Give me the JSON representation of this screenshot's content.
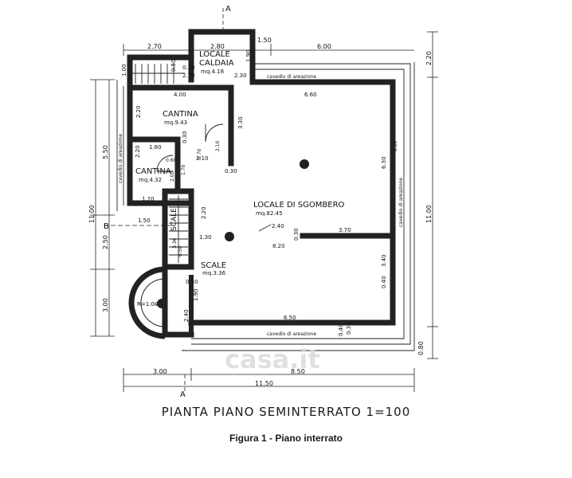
{
  "section_marks": {
    "top": "A",
    "bottom": "A",
    "left": "B"
  },
  "dims": {
    "top_270": "2.70",
    "top_280": "2.80",
    "top_150": "1.50",
    "top_600": "6.00",
    "right_220": "2.20",
    "right_1100": "11.00",
    "right_080": "0.80",
    "left_550": "5.50",
    "left_1100": "11.00",
    "left_250": "2.50",
    "left_300": "3.00",
    "bottom_300": "3.00",
    "bottom_850": "8.50",
    "bottom_1150": "11.50",
    "d_100": "1.00",
    "d_050a": "0.50",
    "d_030a": "0.30",
    "d_270": "2.70",
    "d_190": "1.90",
    "d_230a": "2.30",
    "d_400": "4.00",
    "d_660": "6.60",
    "d_220a": "2.20",
    "d_330": "3.30",
    "d_030b": "0.30",
    "d_210a": "2.10",
    "d_220b": "2.20",
    "d_180": "1.80",
    "d_060": "0.60",
    "d_200": "2.00",
    "d_170": "1.70",
    "d_070": "0.70",
    "d_210b": "2.10",
    "d_030c": "0.30",
    "d_630": "6.30",
    "d_120": "1.20",
    "d_150": "1.50",
    "d_220c": "2.20",
    "d_130": "1.30",
    "d_240a": "2.40",
    "d_030d": "0.30",
    "d_370": "3.70",
    "d_820": "8.20",
    "d_340": "3.40",
    "d_040a": "0.40",
    "d_030e": "0.30",
    "d_190b": "1.90",
    "d_240b": "2.40",
    "d_650": "6.50",
    "d_040b": "0.40",
    "d_030f": "0.30",
    "d_336": "3.36",
    "d_050b": "0.50",
    "d_010": "0.10"
  },
  "rooms": {
    "caldaia_name_1": "LOCALE",
    "caldaia_name_2": "CALDAIA",
    "caldaia_area": "mq.4.18",
    "cantina1_name": "CANTINA",
    "cantina1_area": "mq.9.43",
    "cantina2_name": "CANTINA",
    "cantina2_area": "mq.4.32",
    "sgombero_name": "LOCALE DI SGOMBERO",
    "sgombero_area": "mq.82.45",
    "scale_name": "SCALE",
    "scale_area": "mq.3.36",
    "scale_vertical": "SCALE",
    "radius_label": "R=1.00"
  },
  "cavedio": {
    "top": "cavedio di areazione",
    "left": "cavedio di areazione",
    "right": "cavedio di areazione",
    "bottom": "cavedio di areazione"
  },
  "watermark": "casa.it",
  "plan_title": "PIANTA PIANO SEMINTERRATO 1=100",
  "figure_caption": "Figura 1 - Piano interrato"
}
